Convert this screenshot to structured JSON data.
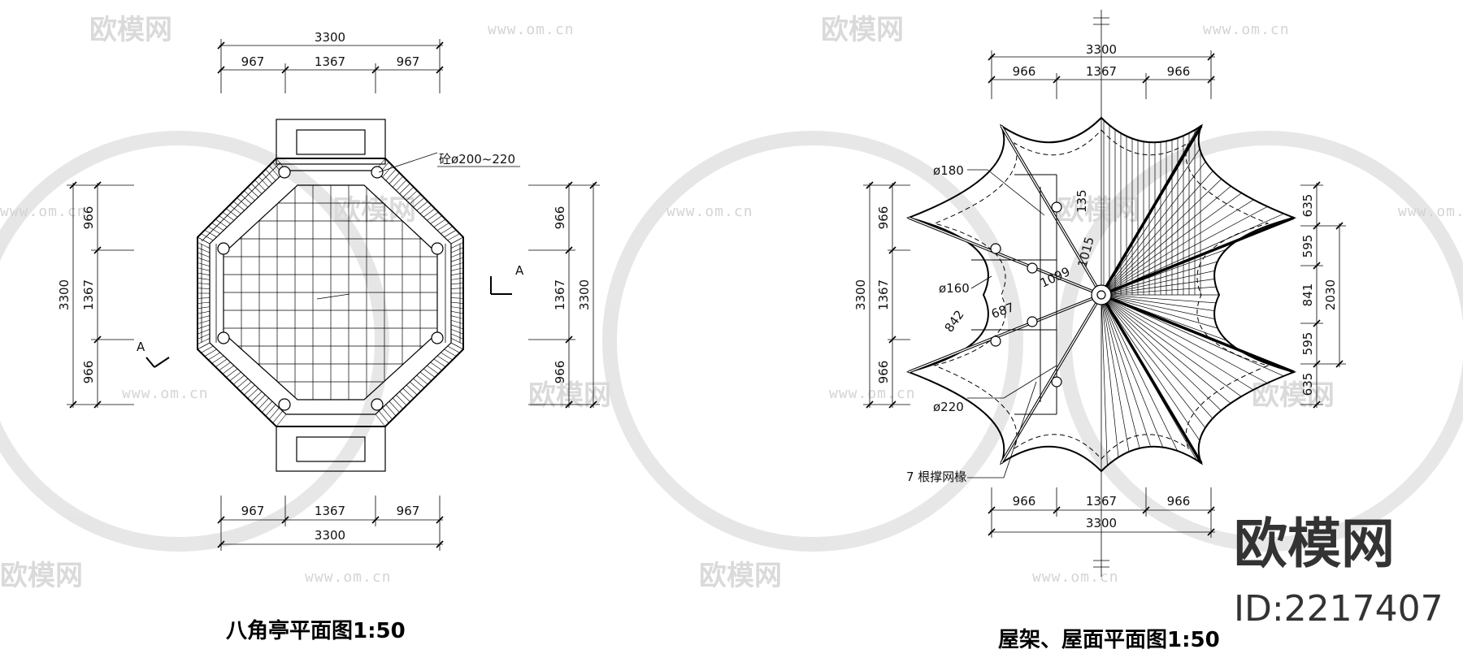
{
  "watermark": {
    "brand": "欧模网",
    "url": "www.om.cn"
  },
  "plan_left": {
    "title": "八角亭平面图1:50",
    "dim_total": "3300",
    "dim_side": "967",
    "dim_mid": "1367",
    "v_side": "966",
    "v_mid": "1367",
    "v_total": "3300",
    "column_note": "砼ø200~220",
    "section_mark": "A"
  },
  "plan_right": {
    "title": "屋架、屋面平面图1:50",
    "dim_total": "3300",
    "dim_side": "966",
    "dim_mid": "1367",
    "v_side": "966",
    "v_mid": "1367",
    "v_total": "3300",
    "r_top": "635",
    "r_a": "595",
    "r_mid": "841",
    "r_b": "595",
    "r_bot": "635",
    "r_total": "2030",
    "d180": "ø180",
    "d160": "ø160",
    "d220": "ø220",
    "a1015": "1015",
    "a1099": "1099",
    "a687": "687",
    "a842": "842",
    "a135": "135",
    "rafter_note": "7 根撑网椽"
  },
  "brand_block": {
    "name": "欧模网",
    "id": "ID:2217407"
  }
}
